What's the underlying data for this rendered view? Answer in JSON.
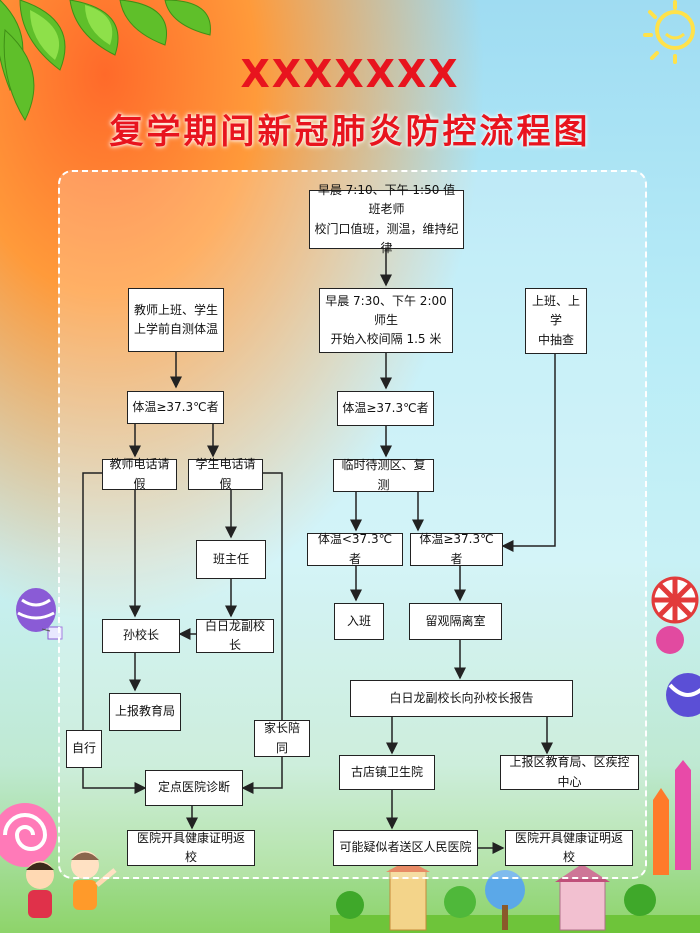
{
  "header": {
    "school_placeholder": "XXXXXXX",
    "title": "复学期间新冠肺炎防控流程图"
  },
  "boxes": {
    "morning_duty": [
      "早晨 7:10、下午 1:50 值班老师",
      "校门口值班，测温，维持纪律"
    ],
    "entry": [
      "早晨 7:30、下午 2:00 师生",
      "开始入校间隔 1.5 米"
    ],
    "self_check": [
      "教师上班、学生",
      "上学前自测体温"
    ],
    "spot_check": [
      "上班、上学",
      "中抽查"
    ],
    "temp_high_left": "体温≥37.3℃者",
    "temp_high_mid": "体温≥37.3℃者",
    "teacher_leave": "教师电话请假",
    "student_leave": "学生电话请假",
    "retest": "临时待测区、复测",
    "temp_low": "体温<37.3℃者",
    "temp_high_right": "体温≥37.3℃者",
    "class_teacher": "班主任",
    "attend_class": "入班",
    "isolation": "留观隔离室",
    "principal_sun": "孙校长",
    "vice_principal_bai": "白日龙副校长",
    "report_edu_bureau": "上报教育局",
    "report_to_sun": "白日龙副校长向孙校长报告",
    "self_go": "自行",
    "parent_accompany": "家长陪同",
    "designated_hospital": "定点医院诊断",
    "town_clinic": "古店镇卫生院",
    "report_district": "上报区教育局、区疾控中心",
    "health_cert_left": "医院开具健康证明返校",
    "suspected_hospital": "可能疑似者送区人民医院",
    "health_cert_right": "医院开具健康证明返校"
  },
  "colors": {
    "title_red": "#e8141e",
    "box_border": "#222222",
    "line": "#222222"
  }
}
